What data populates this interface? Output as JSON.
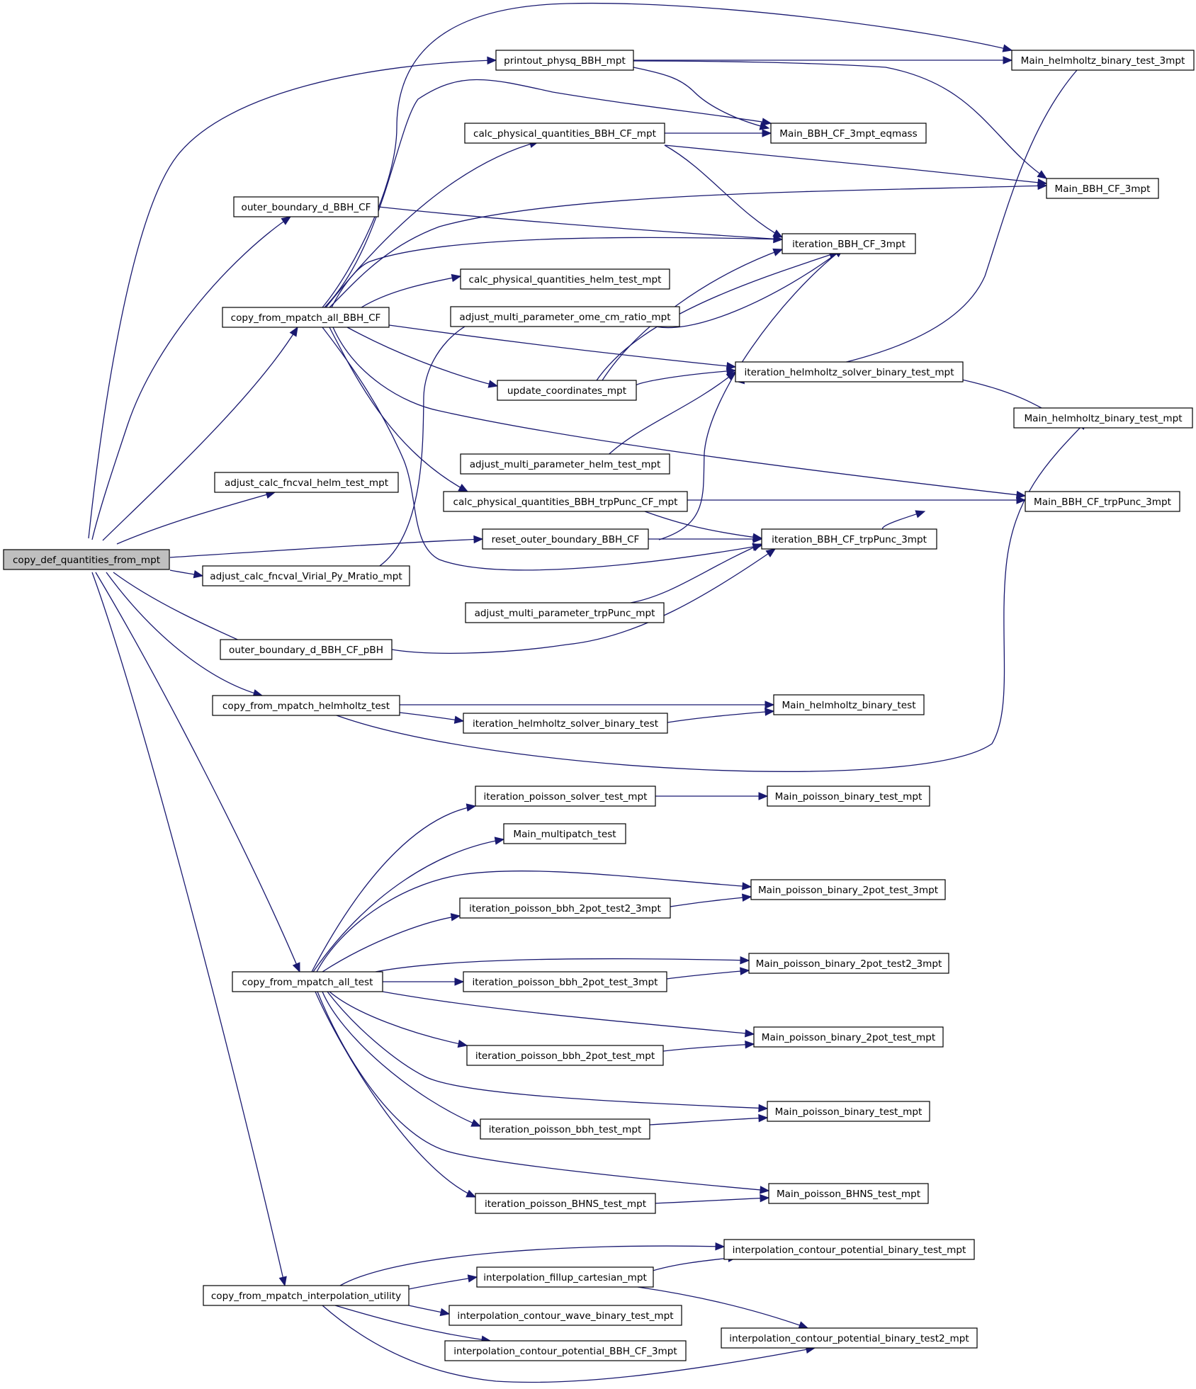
{
  "graph": {
    "colors": {
      "edge": "#191970",
      "node_border": "#000000",
      "node_fill": "#ffffff",
      "root_fill": "#bfbfbf"
    },
    "nodes": [
      {
        "id": "copy_def_quantities_from_mpt",
        "label": "copy_def_quantities_from_mpt",
        "root": true
      },
      {
        "id": "printout_physq_BBH_mpt",
        "label": "printout_physq_BBH_mpt"
      },
      {
        "id": "calc_physical_quantities_BBH_CF_mpt",
        "label": "calc_physical_quantities_BBH_CF_mpt"
      },
      {
        "id": "outer_boundary_d_BBH_CF",
        "label": "outer_boundary_d_BBH_CF"
      },
      {
        "id": "calc_physical_quantities_helm_test_mpt",
        "label": "calc_physical_quantities_helm_test_mpt"
      },
      {
        "id": "copy_from_mpatch_all_BBH_CF",
        "label": "copy_from_mpatch_all_BBH_CF"
      },
      {
        "id": "adjust_multi_parameter_ome_cm_ratio_mpt",
        "label": "adjust_multi_parameter_ome_cm_ratio_mpt"
      },
      {
        "id": "update_coordinates_mpt",
        "label": "update_coordinates_mpt"
      },
      {
        "id": "adjust_multi_parameter_helm_test_mpt",
        "label": "adjust_multi_parameter_helm_test_mpt"
      },
      {
        "id": "adjust_calc_fncval_helm_test_mpt",
        "label": "adjust_calc_fncval_helm_test_mpt"
      },
      {
        "id": "calc_physical_quantities_BBH_trpPunc_CF_mpt",
        "label": "calc_physical_quantities_BBH_trpPunc_CF_mpt"
      },
      {
        "id": "reset_outer_boundary_BBH_CF",
        "label": "reset_outer_boundary_BBH_CF"
      },
      {
        "id": "adjust_calc_fncval_Virial_Py_Mratio_mpt",
        "label": "adjust_calc_fncval_Virial_Py_Mratio_mpt"
      },
      {
        "id": "adjust_multi_parameter_trpPunc_mpt",
        "label": "adjust_multi_parameter_trpPunc_mpt"
      },
      {
        "id": "outer_boundary_d_BBH_CF_pBH",
        "label": "outer_boundary_d_BBH_CF_pBH"
      },
      {
        "id": "copy_from_mpatch_helmholtz_test",
        "label": "copy_from_mpatch_helmholtz_test"
      },
      {
        "id": "iteration_helmholtz_solver_binary_test",
        "label": "iteration_helmholtz_solver_binary_test"
      },
      {
        "id": "Main_helmholtz_binary_test_3mpt",
        "label": "Main_helmholtz_binary_test_3mpt"
      },
      {
        "id": "Main_BBH_CF_3mpt_eqmass",
        "label": "Main_BBH_CF_3mpt_eqmass"
      },
      {
        "id": "Main_BBH_CF_3mpt",
        "label": "Main_BBH_CF_3mpt"
      },
      {
        "id": "iteration_BBH_CF_3mpt",
        "label": "iteration_BBH_CF_3mpt"
      },
      {
        "id": "iteration_helmholtz_solver_binary_test_mpt",
        "label": "iteration_helmholtz_solver_binary_test_mpt"
      },
      {
        "id": "Main_helmholtz_binary_test_mpt",
        "label": "Main_helmholtz_binary_test_mpt"
      },
      {
        "id": "Main_BBH_CF_trpPunc_3mpt",
        "label": "Main_BBH_CF_trpPunc_3mpt"
      },
      {
        "id": "iteration_BBH_CF_trpPunc_3mpt",
        "label": "iteration_BBH_CF_trpPunc_3mpt"
      },
      {
        "id": "Main_helmholtz_binary_test",
        "label": "Main_helmholtz_binary_test"
      },
      {
        "id": "iteration_poisson_solver_test_mpt",
        "label": "iteration_poisson_solver_test_mpt"
      },
      {
        "id": "Main_poisson_binary_test_mpt_a",
        "label": "Main_poisson_binary_test_mpt"
      },
      {
        "id": "Main_multipatch_test",
        "label": "Main_multipatch_test"
      },
      {
        "id": "Main_poisson_binary_2pot_test_3mpt",
        "label": "Main_poisson_binary_2pot_test_3mpt"
      },
      {
        "id": "iteration_poisson_bbh_2pot_test2_3mpt",
        "label": "iteration_poisson_bbh_2pot_test2_3mpt"
      },
      {
        "id": "copy_from_mpatch_all_test",
        "label": "copy_from_mpatch_all_test"
      },
      {
        "id": "Main_poisson_binary_2pot_test2_3mpt",
        "label": "Main_poisson_binary_2pot_test2_3mpt"
      },
      {
        "id": "iteration_poisson_bbh_2pot_test_3mpt",
        "label": "iteration_poisson_bbh_2pot_test_3mpt"
      },
      {
        "id": "Main_poisson_binary_2pot_test_mpt",
        "label": "Main_poisson_binary_2pot_test_mpt"
      },
      {
        "id": "iteration_poisson_bbh_2pot_test_mpt",
        "label": "iteration_poisson_bbh_2pot_test_mpt"
      },
      {
        "id": "Main_poisson_binary_test_mpt_b",
        "label": "Main_poisson_binary_test_mpt"
      },
      {
        "id": "iteration_poisson_bbh_test_mpt",
        "label": "iteration_poisson_bbh_test_mpt"
      },
      {
        "id": "Main_poisson_BHNS_test_mpt",
        "label": "Main_poisson_BHNS_test_mpt"
      },
      {
        "id": "iteration_poisson_BHNS_test_mpt",
        "label": "iteration_poisson_BHNS_test_mpt"
      },
      {
        "id": "interpolation_contour_potential_binary_test_mpt",
        "label": "interpolation_contour_potential_binary_test_mpt"
      },
      {
        "id": "interpolation_fillup_cartesian_mpt",
        "label": "interpolation_fillup_cartesian_mpt"
      },
      {
        "id": "copy_from_mpatch_interpolation_utility",
        "label": "copy_from_mpatch_interpolation_utility"
      },
      {
        "id": "interpolation_contour_wave_binary_test_mpt",
        "label": "interpolation_contour_wave_binary_test_mpt"
      },
      {
        "id": "interpolation_contour_potential_binary_test2_mpt",
        "label": "interpolation_contour_potential_binary_test2_mpt"
      },
      {
        "id": "interpolation_contour_potential_BBH_CF_3mpt",
        "label": "interpolation_contour_potential_BBH_CF_3mpt"
      }
    ]
  }
}
